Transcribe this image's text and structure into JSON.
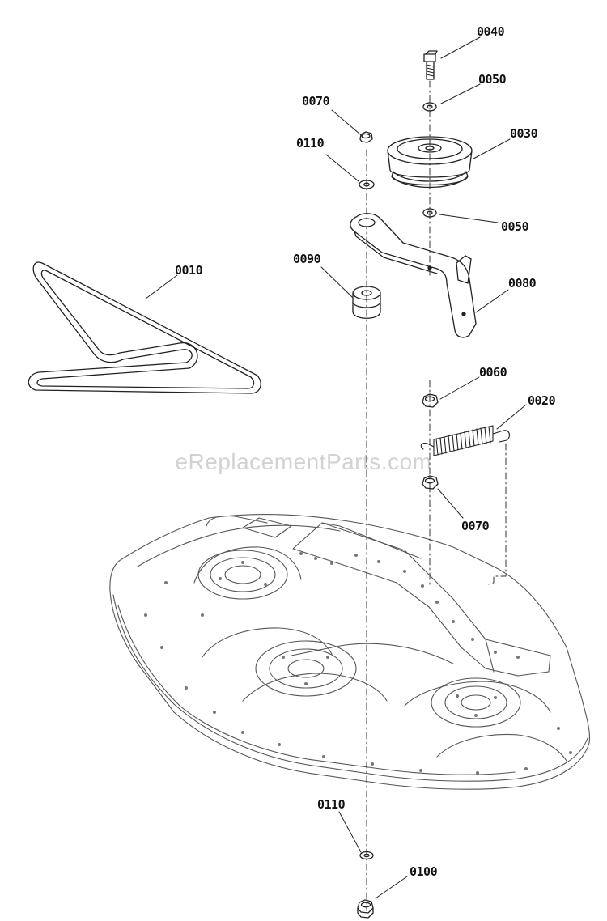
{
  "watermark": "eReplacementParts.com",
  "callouts": [
    {
      "id": "c-0040a",
      "text": "0040"
    },
    {
      "id": "c-0050a",
      "text": "0050"
    },
    {
      "id": "c-0070a",
      "text": "0070"
    },
    {
      "id": "c-0030",
      "text": "0030"
    },
    {
      "id": "c-0110a",
      "text": "0110"
    },
    {
      "id": "c-0050b",
      "text": "0050"
    },
    {
      "id": "c-0010",
      "text": "0010"
    },
    {
      "id": "c-0090",
      "text": "0090"
    },
    {
      "id": "c-0080",
      "text": "0080"
    },
    {
      "id": "c-0060",
      "text": "0060"
    },
    {
      "id": "c-0020",
      "text": "0020"
    },
    {
      "id": "c-0070b",
      "text": "0070"
    },
    {
      "id": "c-0110b",
      "text": "0110"
    },
    {
      "id": "c-0100",
      "text": "0100"
    }
  ],
  "parts": [
    {
      "id": "0010",
      "icon": "belt-icon"
    },
    {
      "id": "0020",
      "icon": "spring-icon"
    },
    {
      "id": "0030",
      "icon": "pulley-icon"
    },
    {
      "id": "0040",
      "icon": "bolt-icon"
    },
    {
      "id": "0050",
      "icon": "washer-icon"
    },
    {
      "id": "0060",
      "icon": "nut-icon"
    },
    {
      "id": "0070",
      "icon": "nut-icon"
    },
    {
      "id": "0080",
      "icon": "idler-arm-icon"
    },
    {
      "id": "0090",
      "icon": "spacer-icon"
    },
    {
      "id": "0100",
      "icon": "nut-icon"
    },
    {
      "id": "0110",
      "icon": "washer-icon"
    }
  ]
}
